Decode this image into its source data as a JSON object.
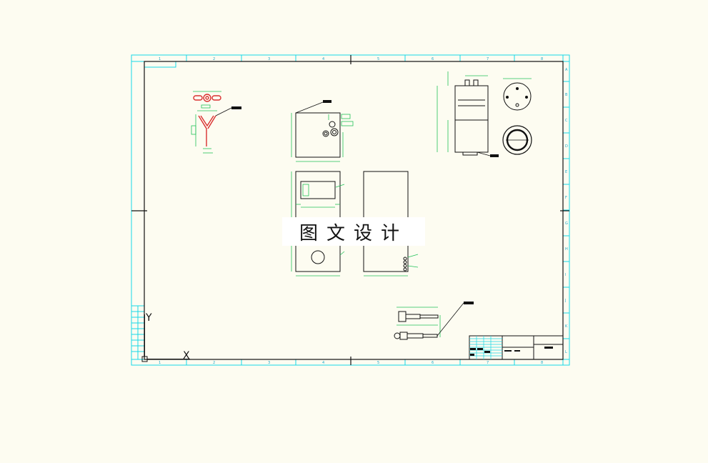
{
  "drawing": {
    "column_labels": [
      "1",
      "2",
      "3",
      "4",
      "5",
      "6",
      "7",
      "8"
    ],
    "row_labels": [
      "A",
      "B",
      "C",
      "D",
      "E",
      "F",
      "G",
      "H",
      "I",
      "J",
      "K",
      "L"
    ],
    "axis_labels": {
      "y": "Y",
      "x": "X"
    }
  },
  "watermark": {
    "text": "图文设计"
  },
  "colors": {
    "background": "#fdfcf1",
    "frame_cyan": "#18d8e6",
    "drawing_black": "#111111",
    "dimension_green": "#22c25a",
    "part_red": "#d93030",
    "watermark_bg": "#ffffff"
  }
}
